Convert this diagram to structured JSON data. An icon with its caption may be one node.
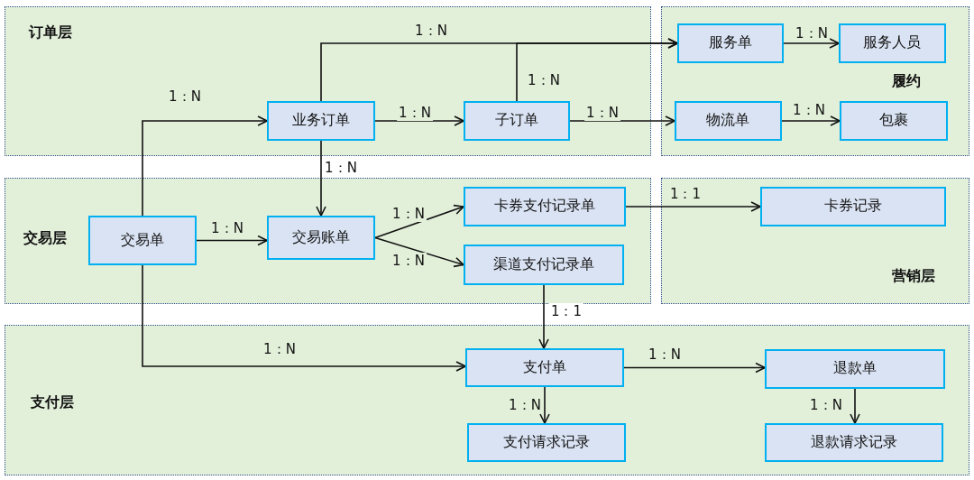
{
  "diagram": {
    "nodes": [
      {
        "text": [
          "订单层"
        ]
      },
      {
        "text": [
          "履约"
        ]
      },
      {
        "text": [
          "交易层"
        ]
      },
      {
        "text": [
          "营销层"
        ]
      },
      {
        "text": [
          "支付层"
        ]
      },
      {
        "text": [
          "业务订单"
        ],
        "in": 0
      },
      {
        "text": [
          "子订单"
        ],
        "in": 0
      },
      {
        "text": [
          "服务单"
        ],
        "in": 1
      },
      {
        "text": [
          "服务人员"
        ],
        "in": 1
      },
      {
        "text": [
          "物流单"
        ],
        "in": 1
      },
      {
        "text": [
          "包裹"
        ],
        "in": 1
      },
      {
        "text": [
          "交易单"
        ],
        "in": 2
      },
      {
        "text": [
          "交易账单"
        ],
        "in": 2
      },
      {
        "text": [
          "卡券支付记录单"
        ],
        "in": 2
      },
      {
        "text": [
          "渠道支付记录单"
        ],
        "in": 2
      },
      {
        "text": [
          "卡券记录"
        ],
        "in": 3
      },
      {
        "text": [
          "支付单"
        ],
        "in": 4
      },
      {
        "text": [
          "退款单"
        ],
        "in": 4
      },
      {
        "text": [
          "支付请求记录"
        ],
        "in": 4
      },
      {
        "text": [
          "退款请求记录"
        ],
        "in": 4
      }
    ],
    "edges": [
      {
        "from": 11,
        "to": 5,
        "arrow": "to",
        "label": "1：N"
      },
      {
        "from": 5,
        "to": 6,
        "arrow": "to",
        "label": "1：N"
      },
      {
        "from": 5,
        "to": 7,
        "arrow": "to",
        "label": "1：N"
      },
      {
        "from": 6,
        "to": 7,
        "arrow": "to",
        "label": "1：N"
      },
      {
        "from": 6,
        "to": 9,
        "arrow": "to",
        "label": "1：N"
      },
      {
        "from": 7,
        "to": 8,
        "arrow": "to",
        "label": "1：N"
      },
      {
        "from": 9,
        "to": 10,
        "arrow": "to",
        "label": "1：N"
      },
      {
        "from": 5,
        "to": 12,
        "arrow": "to",
        "label": "1：N"
      },
      {
        "from": 11,
        "to": 12,
        "arrow": "to",
        "label": "1：N"
      },
      {
        "from": 12,
        "to": 13,
        "arrow": "to",
        "label": "1：N"
      },
      {
        "from": 12,
        "to": 14,
        "arrow": "to",
        "label": "1：N"
      },
      {
        "from": 13,
        "to": 15,
        "arrow": "to",
        "label": "1：1"
      },
      {
        "from": 14,
        "to": 16,
        "arrow": "to",
        "label": "1：1"
      },
      {
        "from": 11,
        "to": 16,
        "arrow": "to",
        "label": "1：N"
      },
      {
        "from": 16,
        "to": 17,
        "arrow": "to",
        "label": "1：N"
      },
      {
        "from": 16,
        "to": 18,
        "arrow": "to",
        "label": "1：N"
      },
      {
        "from": 17,
        "to": 19,
        "arrow": "to",
        "label": "1：N"
      }
    ]
  }
}
